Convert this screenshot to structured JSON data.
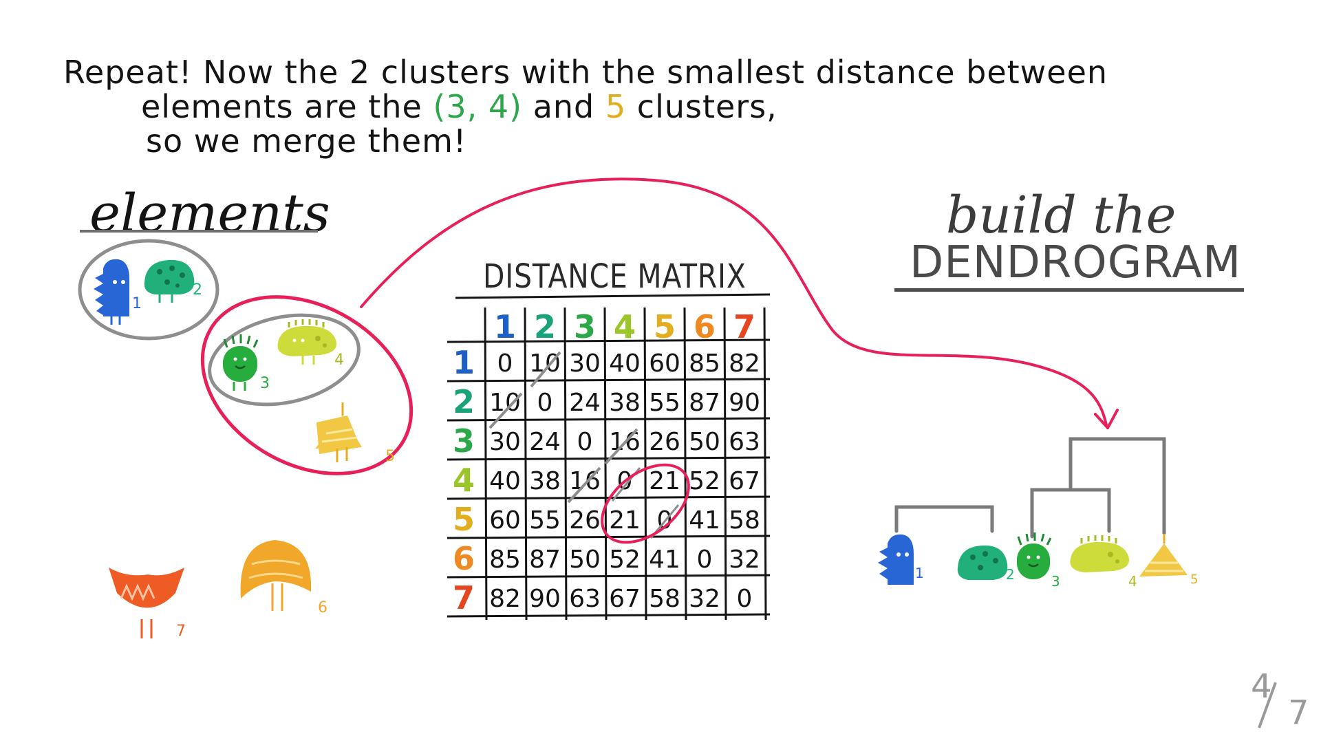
{
  "header": {
    "line1": "Repeat! Now the 2 clusters with the smallest distance between",
    "line2_a": "elements  are  the ",
    "line2_b": "(3, 4)",
    "line2_c": " and ",
    "line2_d": "5",
    "line2_e": " clusters,",
    "line3": "so we merge them!"
  },
  "elements_title": "elements",
  "build_title": "build the",
  "dendrogram_title": "DENDROGRAM",
  "matrix": {
    "title": "DISTANCE MATRIX",
    "labels": [
      "1",
      "2",
      "3",
      "4",
      "5",
      "6",
      "7"
    ],
    "label_colors": [
      "#1f5fc8",
      "#1aa37a",
      "#2ca84a",
      "#9bc62a",
      "#e2ad1f",
      "#ef8a22",
      "#e6461f"
    ],
    "rows": [
      [
        "0",
        "10",
        "30",
        "40",
        "60",
        "85",
        "82"
      ],
      [
        "10",
        "0",
        "24",
        "38",
        "55",
        "87",
        "90"
      ],
      [
        "30",
        "24",
        "0",
        "16",
        "26",
        "50",
        "63"
      ],
      [
        "40",
        "38",
        "16",
        "0",
        "21",
        "52",
        "67"
      ],
      [
        "60",
        "55",
        "26",
        "21",
        "0",
        "41",
        "58"
      ],
      [
        "85",
        "87",
        "50",
        "52",
        "41",
        "0",
        "32"
      ],
      [
        "82",
        "90",
        "63",
        "67",
        "58",
        "32",
        "0"
      ]
    ]
  },
  "creature_labels": [
    "1",
    "2",
    "3",
    "4",
    "5",
    "6",
    "7"
  ],
  "page": {
    "current": "4",
    "total": "7"
  },
  "colors": {
    "highlight": "#e8205a",
    "cluster_outline": "#8e8e8e",
    "dendrogram": "#7a7a7a"
  }
}
